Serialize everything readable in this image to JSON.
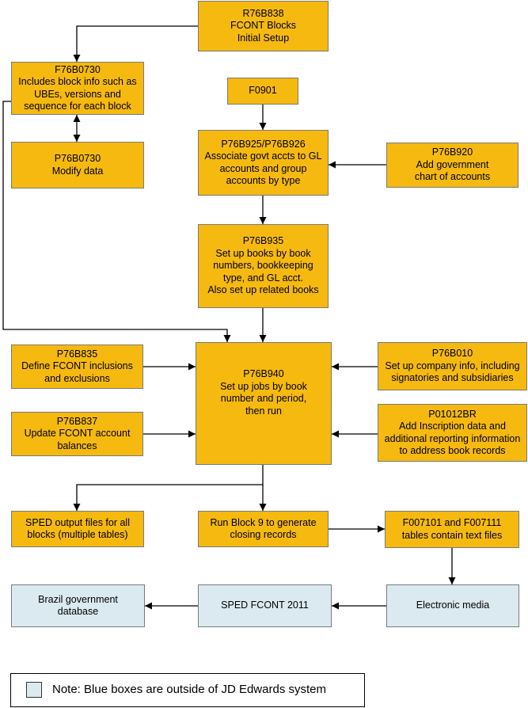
{
  "nodes": {
    "r76b838": [
      "R76B838",
      "FCONT Blocks",
      "Initial Setup"
    ],
    "f76b0730": [
      "F76B0730",
      "Includes block info such as",
      "UBEs, versions and",
      "sequence for each block"
    ],
    "p76b0730": [
      "P76B0730",
      "Modify data"
    ],
    "f0901": [
      "F0901"
    ],
    "p76b925": [
      "P76B925/P76B926",
      "Associate govt accts to GL",
      "accounts and group",
      "accounts by type"
    ],
    "p76b920": [
      "P76B920",
      "Add government",
      "chart of accounts"
    ],
    "p76b935": [
      "P76B935",
      "Set up books by book",
      "numbers, bookkeeping",
      "type, and GL acct.",
      "Also set up related books"
    ],
    "p76b835": [
      "P76B835",
      "Define FCONT inclusions",
      "and exclusions"
    ],
    "p76b837": [
      "P76B837",
      "Update FCONT account",
      "balances"
    ],
    "p76b940": [
      "P76B940",
      "Set up jobs by book",
      "number and period,",
      "then run"
    ],
    "p76b010": [
      "P76B010",
      "Set up company info, including",
      "signatories and subsidiaries"
    ],
    "p01012br": [
      "P01012BR",
      "Add Inscription data and",
      "additional reporting information",
      "to address book records"
    ],
    "sped_output": [
      "SPED output files for all",
      "blocks (multiple tables)"
    ],
    "block9": [
      "Run Block 9 to generate",
      "closing records"
    ],
    "f007101": [
      "F007101 and F007111",
      "tables contain text files"
    ],
    "brazil_db": [
      "Brazil government",
      "database"
    ],
    "sped_fcont": [
      "SPED FCONT 2011"
    ],
    "electronic_media": [
      "Electronic media"
    ]
  },
  "legend": {
    "text": "Note: Blue boxes are outside of JD Edwards system"
  },
  "colors": {
    "internal_box": "#f5b90f",
    "external_box": "#dbeaf1",
    "border": "#7a7a7a",
    "edge": "#000000"
  }
}
